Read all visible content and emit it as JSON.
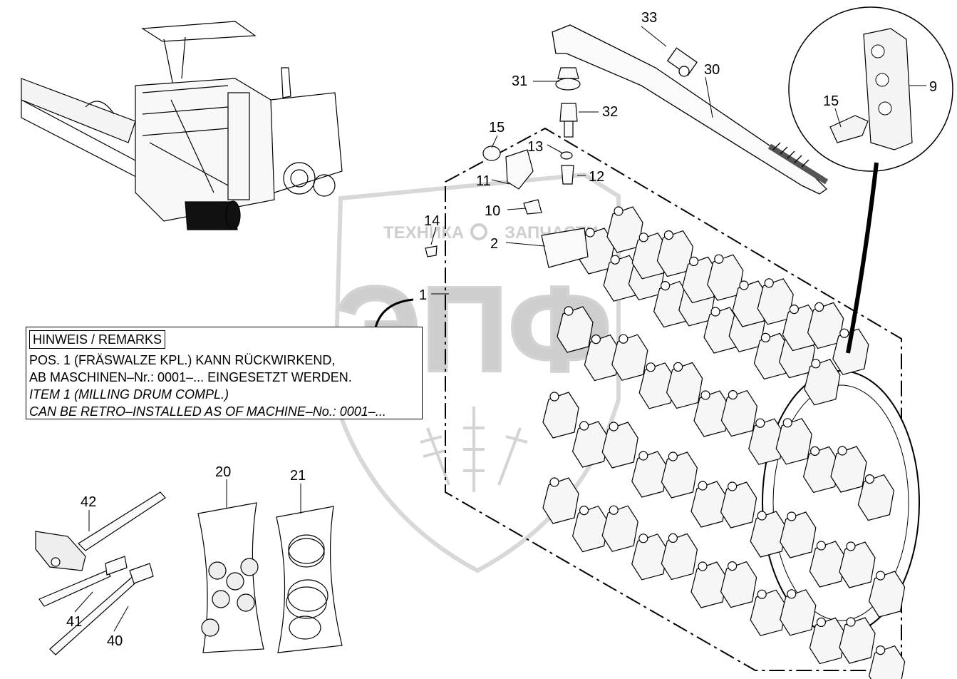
{
  "watermark": {
    "left": "ТЕХНИКА",
    "right": "ЗАПЧАСТИ",
    "big": "ЭПФ"
  },
  "remarks": {
    "header": "HINWEIS / REMARKS",
    "line1": "POS. 1 (FRÄSWALZE  KPL.) KANN RÜCKWIRKEND,",
    "line2": "AB MASCHINEN–Nr.: 0001–... EINGESETZT WERDEN.",
    "line3": "ITEM 1 (MILLING DRUM COMPL.)",
    "line4": "CAN BE RETRO–INSTALLED  AS OF MACHINE–No.: 0001–..."
  },
  "callouts": {
    "c1": "1",
    "c2": "2",
    "c9": "9",
    "c10": "10",
    "c11": "11",
    "c12": "12",
    "c13": "13",
    "c14": "14",
    "c15a": "15",
    "c15b": "15",
    "c20": "20",
    "c21": "21",
    "c30": "30",
    "c31": "31",
    "c32": "32",
    "c33": "33",
    "c40": "40",
    "c41": "41",
    "c42": "42"
  }
}
